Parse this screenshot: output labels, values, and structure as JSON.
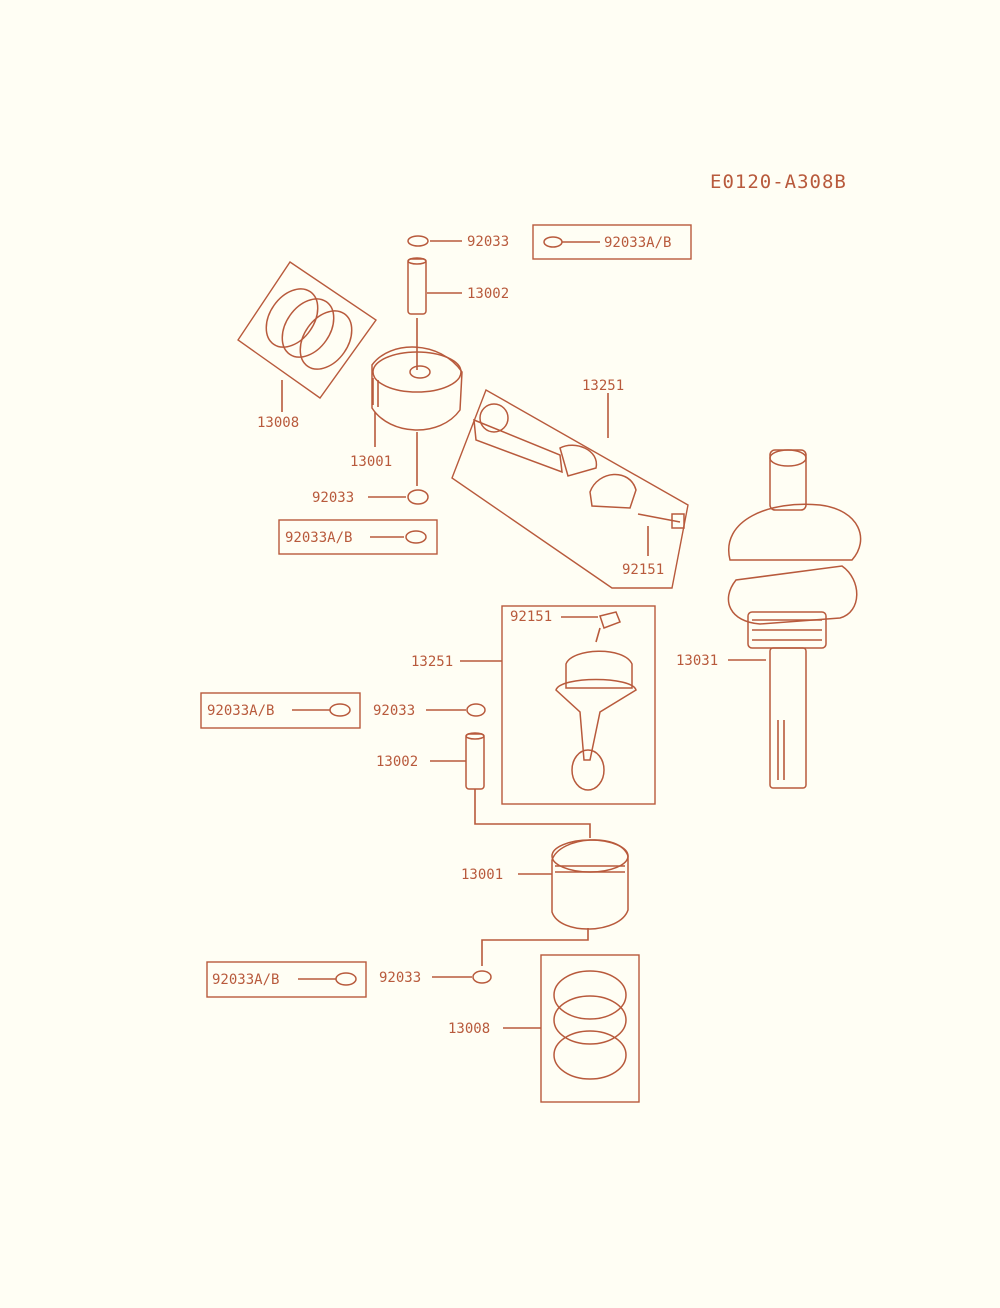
{
  "diagram_code": "E0120-A308B",
  "colors": {
    "ink": "#b85a3c",
    "background": "#fffef4"
  },
  "labels": {
    "clip_top": "92033",
    "clip_top_ab": "92033A/B",
    "pin_top": "13002",
    "rings_top": "13008",
    "piston_top": "13001",
    "clip_mid": "92033",
    "clip_mid_ab": "92033A/B",
    "rod_upper": "13251",
    "bolt_upper": "92151",
    "bolt_lower": "92151",
    "rod_lower": "13251",
    "crankshaft": "13031",
    "clip_lower_ab": "92033A/B",
    "clip_lower": "92033",
    "pin_lower": "13002",
    "piston_lower": "13001",
    "clip_bottom_ab": "92033A/B",
    "clip_bottom": "92033",
    "rings_bottom": "13008"
  }
}
